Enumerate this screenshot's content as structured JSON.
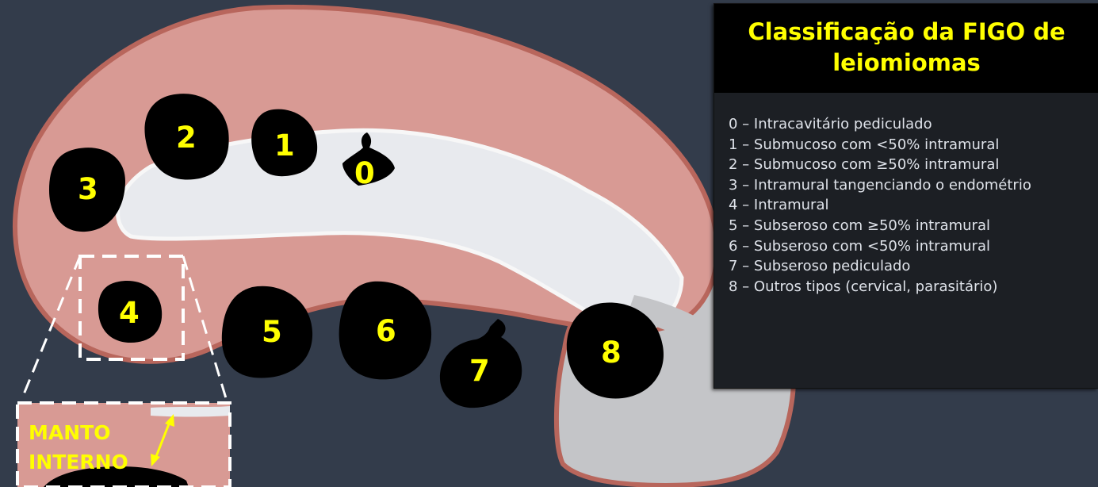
{
  "legend": {
    "title": "Classificação da FIGO de leiomiomas",
    "items": [
      "0 – Intracavitário pediculado",
      "1 – Submucoso com <50% intramural",
      "2 – Submucoso com  ≥50% intramural",
      "3 – Intramural tangenciando o endométrio",
      "4 – Intramural",
      "5 – Subseroso com ≥50% intramural",
      "6 – Subseroso com <50% intramural",
      "7 – Subseroso pediculado",
      "8 – Outros tipos (cervical, parasitário)"
    ]
  },
  "fibroids": [
    {
      "label": "0"
    },
    {
      "label": "1"
    },
    {
      "label": "2"
    },
    {
      "label": "3"
    },
    {
      "label": "4"
    },
    {
      "label": "5"
    },
    {
      "label": "6"
    },
    {
      "label": "7"
    },
    {
      "label": "8"
    }
  ],
  "inset": {
    "line1": "MANTO",
    "line2": "INTERNO"
  },
  "colors": {
    "background": "#333c4b",
    "myometrium": "#d89a94",
    "serosa_outline": "#b8665c",
    "cavity": "#e8eaee",
    "cervix": "#c4c5c8",
    "fibroid": "#000000",
    "label": "#ffff00",
    "legend_panel": "#1c1f24"
  }
}
